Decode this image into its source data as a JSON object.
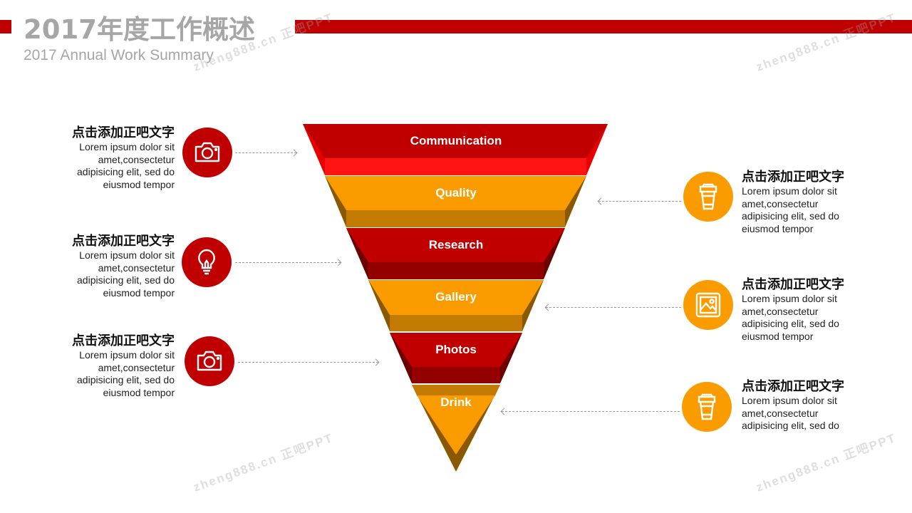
{
  "header": {
    "title": "2017年度工作概述",
    "subtitle": "2017 Annual  Work Summary"
  },
  "watermark": "zheng888.cn 正吧PPT",
  "colors": {
    "red": "#c00000",
    "orange": "#fa9c00"
  },
  "funnel": [
    {
      "label": "Communication",
      "face": "#c00000",
      "band": "#ff1414",
      "side": "#e80000"
    },
    {
      "label": "Quality",
      "face": "#fa9c00",
      "band": "#c27a00",
      "side": "#8a5800"
    },
    {
      "label": "Research",
      "face": "#c00000",
      "band": "#930000",
      "side": "#6b0000"
    },
    {
      "label": "Gallery",
      "face": "#fa9c00",
      "band": "#c27a00",
      "side": "#8a5800"
    },
    {
      "label": "Photos",
      "face": "#c00000",
      "band": "#930000",
      "side": "#6b0000"
    },
    {
      "label": "Drink",
      "face": "#fa9c00",
      "band": "#c27a00",
      "side": "#8a5800"
    }
  ],
  "left_items": [
    {
      "heading": "点击添加正吧文字",
      "lines": [
        "Lorem ipsum dolor sit",
        "amet,consectetur",
        "adipisicing elit, sed do",
        "eiusmod tempor"
      ],
      "icon": "camera-icon"
    },
    {
      "heading": "点击添加正吧文字",
      "lines": [
        "Lorem ipsum dolor sit",
        "amet,consectetur",
        "adipisicing elit, sed do",
        "eiusmod tempor"
      ],
      "icon": "lightbulb-icon"
    },
    {
      "heading": "点击添加正吧文字",
      "lines": [
        "Lorem ipsum dolor sit",
        "amet,consectetur",
        "adipisicing elit, sed do",
        "eiusmod tempor"
      ],
      "icon": "camera-icon"
    }
  ],
  "right_items": [
    {
      "heading": "点击添加正吧文字",
      "lines": [
        "Lorem ipsum dolor sit",
        "amet,consectetur",
        "adipisicing elit, sed do",
        "eiusmod tempor"
      ],
      "icon": "cup-icon"
    },
    {
      "heading": "点击添加正吧文字",
      "lines": [
        "Lorem ipsum dolor sit",
        "amet,consectetur",
        "adipisicing elit, sed do",
        "eiusmod tempor"
      ],
      "icon": "image-icon"
    },
    {
      "heading": "点击添加正吧文字",
      "lines": [
        "Lorem ipsum dolor sit",
        "amet,consectetur",
        "adipisicing elit, sed do"
      ],
      "icon": "cup-icon"
    }
  ]
}
